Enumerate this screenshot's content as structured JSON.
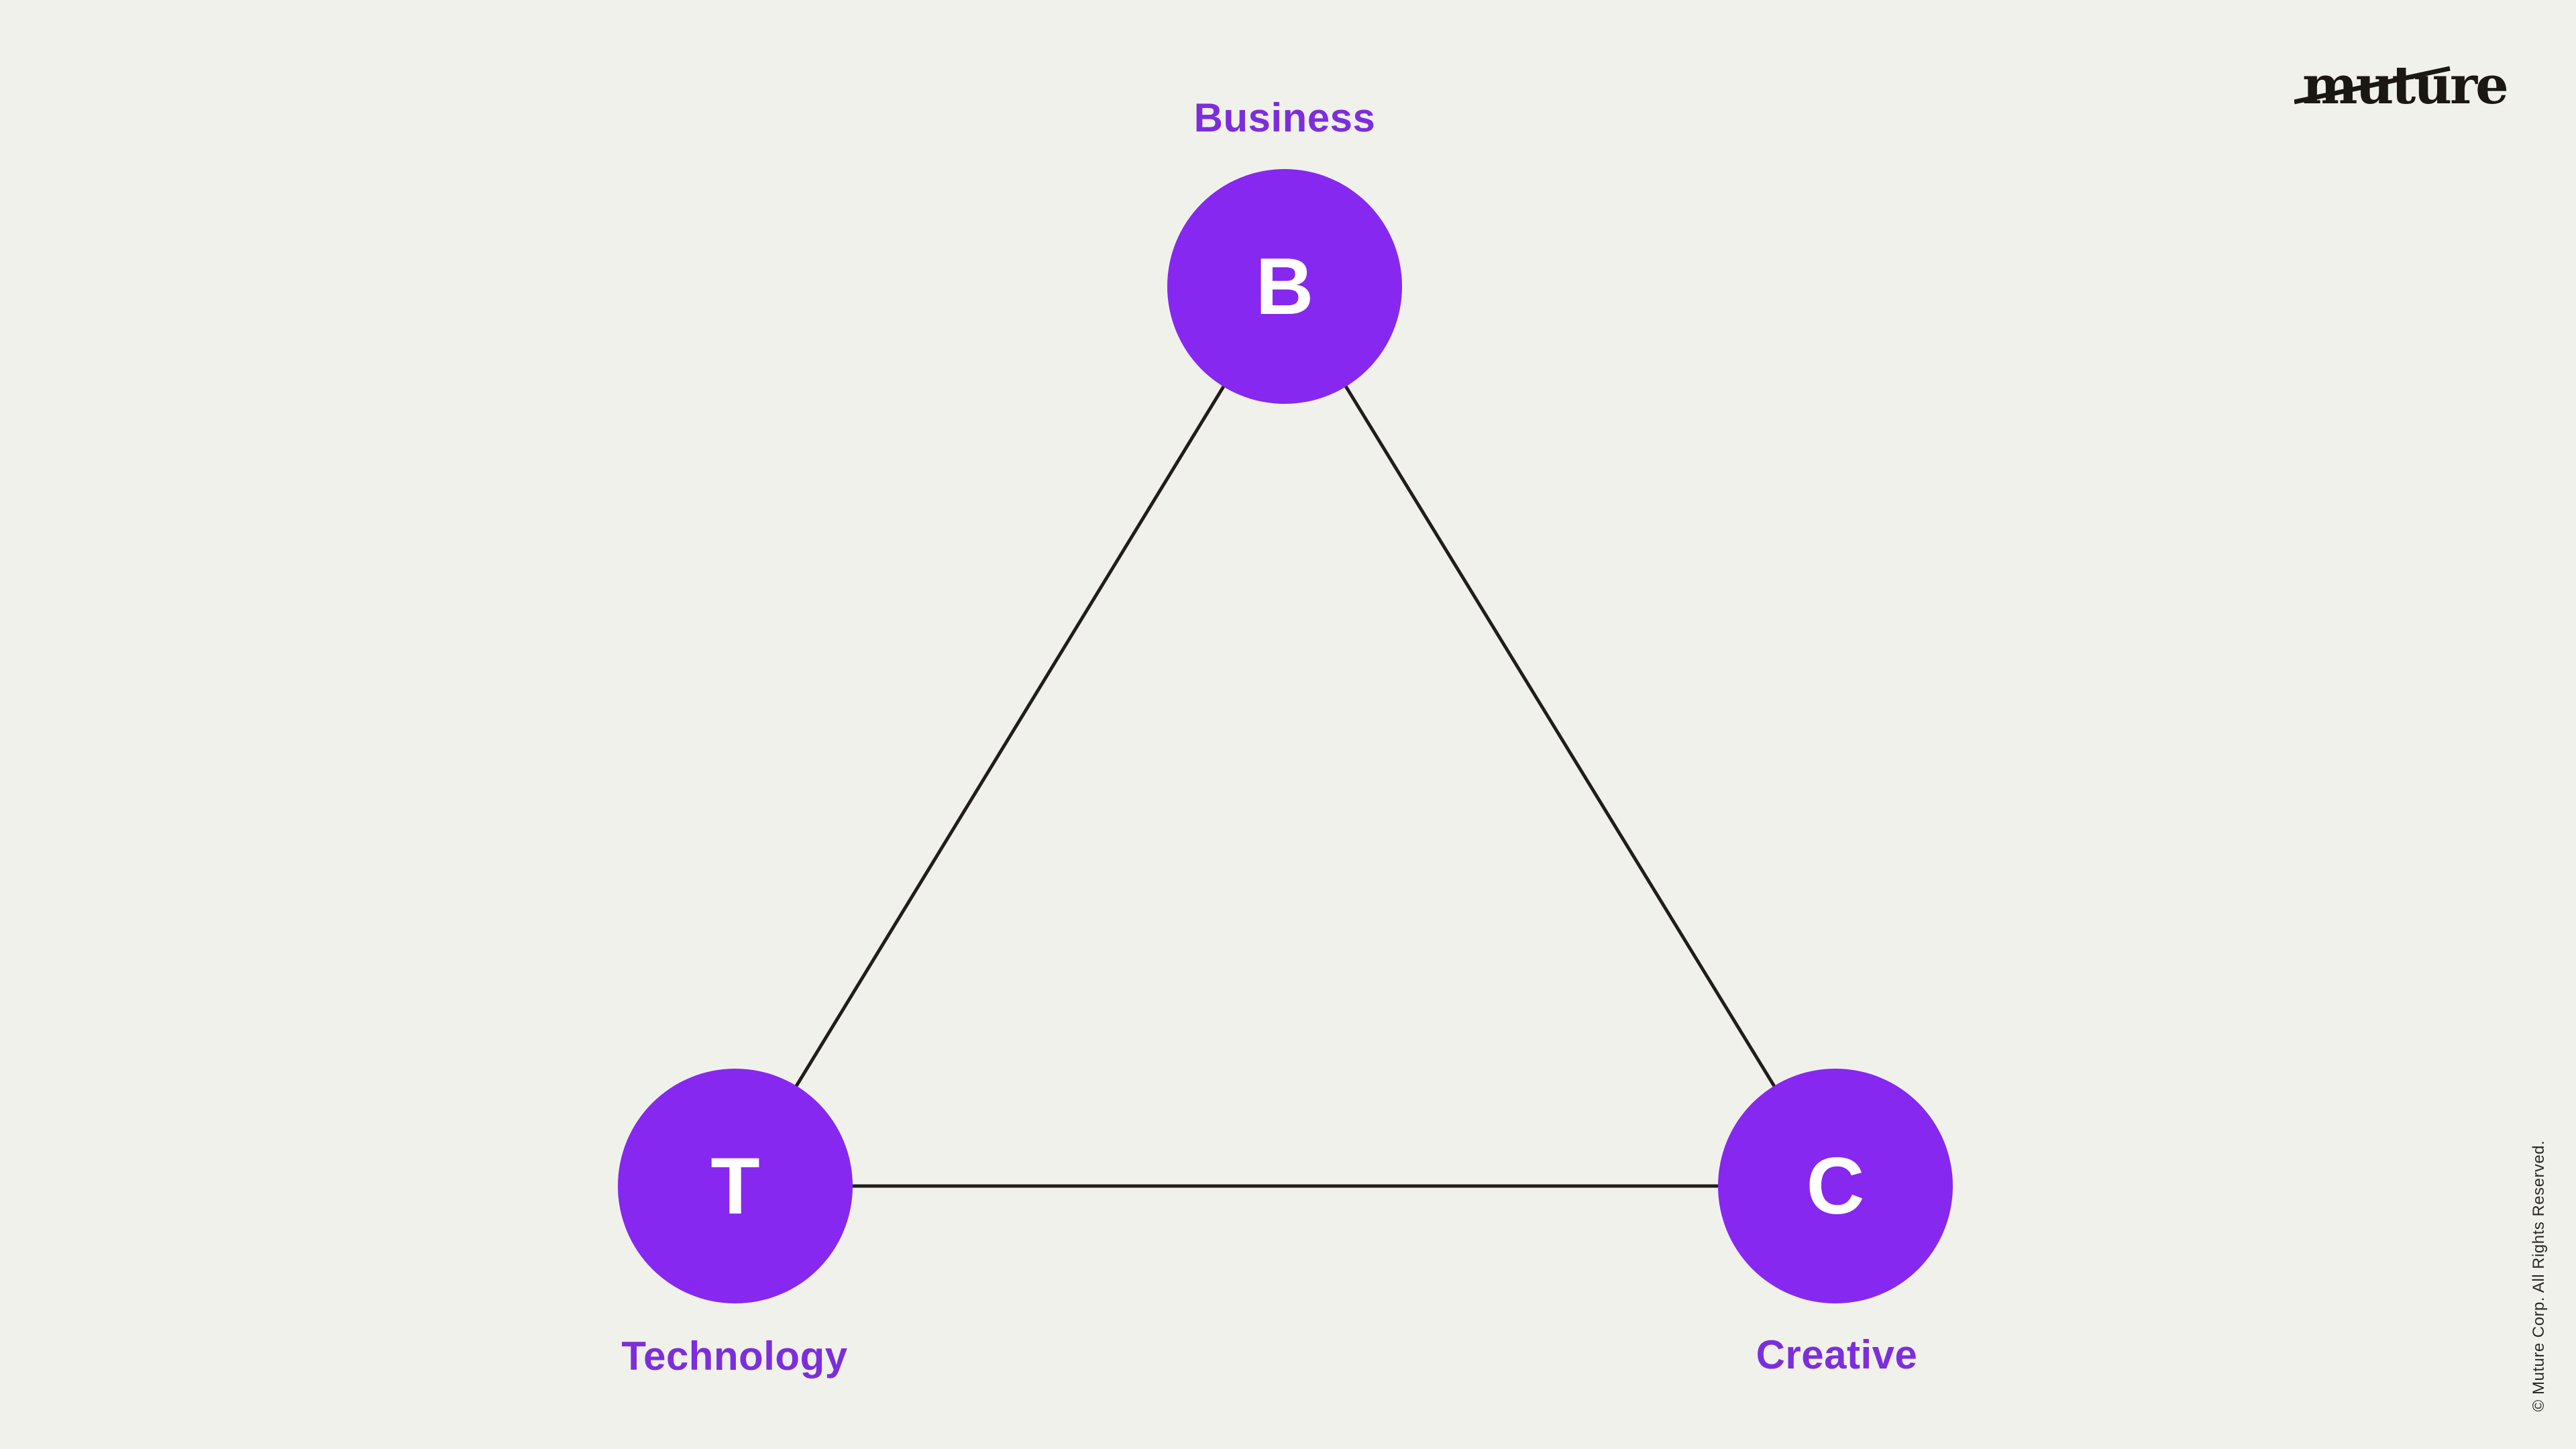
{
  "brand": {
    "logo_text": "muture"
  },
  "footer": {
    "copyright": "© Muture Corp. All Rights Reserved."
  },
  "diagram": {
    "type": "triangle-network",
    "nodes": [
      {
        "id": "business",
        "label": "Business",
        "initial": "B"
      },
      {
        "id": "technology",
        "label": "Technology",
        "initial": "T"
      },
      {
        "id": "creative",
        "label": "Creative",
        "initial": "C"
      }
    ],
    "edges": [
      [
        "business",
        "technology"
      ],
      [
        "business",
        "creative"
      ],
      [
        "technology",
        "creative"
      ]
    ],
    "colors": {
      "background": "#F1F1EC",
      "node_fill": "#8628F0",
      "node_text": "#FFFFFF",
      "label_text": "#7C2EDB",
      "edge": "#201D1A",
      "logo_ink": "#1B1713",
      "copyright_ink": "#2B2926"
    }
  }
}
